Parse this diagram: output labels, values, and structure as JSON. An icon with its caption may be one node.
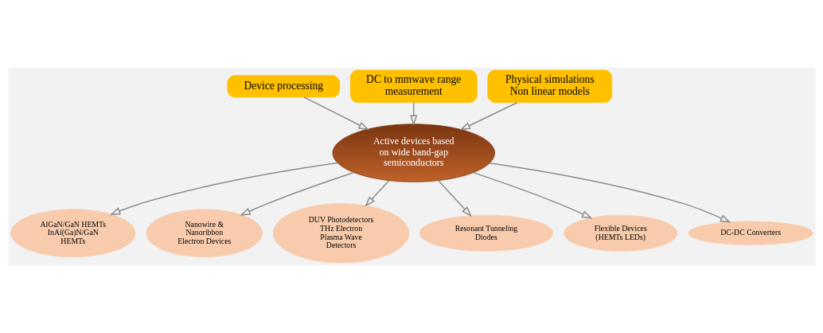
{
  "diagram": {
    "nodes": [
      {
        "text": [
          "Device processing"
        ]
      },
      {
        "text": [
          "DC to mmwave range measurement"
        ]
      },
      {
        "text": [
          "Physical simulations Non linear models"
        ]
      },
      {
        "text": [
          "Active devices based on wide band-gap semiconductors"
        ]
      },
      {
        "text": [
          "AlGaN/GaN HEMTs InAl(Ga)N/GaN HEMTs"
        ]
      },
      {
        "text": [
          "Nanowire & Nanoribbon Electron Devices"
        ]
      },
      {
        "text": [
          "DUV Photodetectors THz Electron Plasma Wave Detectors"
        ]
      },
      {
        "text": [
          "Resonant Tunneling Diodes"
        ]
      },
      {
        "text": [
          "Flexible Devices (HEMTs LEDs)"
        ]
      },
      {
        "text": [
          "DC-DC Converters"
        ]
      }
    ],
    "edges": [
      {
        "from": 0,
        "to": 3,
        "arrow": "to"
      },
      {
        "from": 1,
        "to": 3,
        "arrow": "to"
      },
      {
        "from": 2,
        "to": 3,
        "arrow": "to"
      },
      {
        "from": 3,
        "to": 4,
        "arrow": "to"
      },
      {
        "from": 3,
        "to": 5,
        "arrow": "to"
      },
      {
        "from": 3,
        "to": 6,
        "arrow": "to"
      },
      {
        "from": 3,
        "to": 7,
        "arrow": "to"
      },
      {
        "from": 3,
        "to": 8,
        "arrow": "to"
      },
      {
        "from": 3,
        "to": 9,
        "arrow": "to"
      }
    ]
  }
}
